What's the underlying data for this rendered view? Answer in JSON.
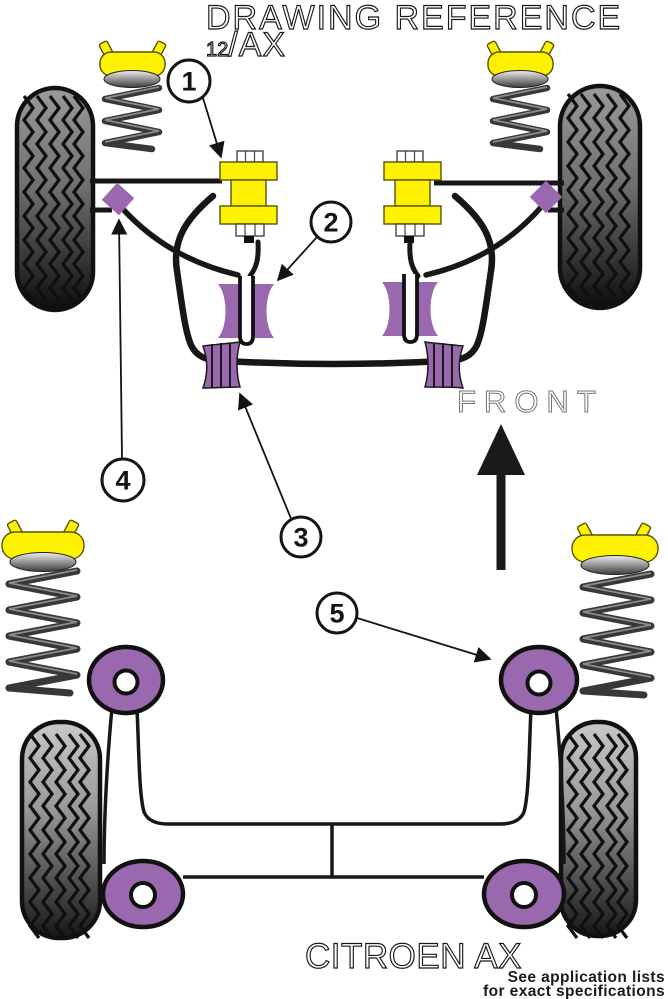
{
  "header": {
    "title": "DRAWING REFERENCE",
    "subtitle_prefix": "12",
    "subtitle_suffix": "/AX"
  },
  "labels": {
    "front": "FRONT"
  },
  "footer": {
    "model": "CITROEN AX",
    "note_line1": "See application lists",
    "note_line2": "for exact specifications"
  },
  "callouts": [
    {
      "number": "1"
    },
    {
      "number": "2"
    },
    {
      "number": "3"
    },
    {
      "number": "4"
    },
    {
      "number": "5"
    }
  ],
  "colors": {
    "bushing_purple": "#9A68AE",
    "polyurethane_yellow": "#FFF200",
    "line_black": "#171717",
    "front_label_gray": "#757575"
  }
}
